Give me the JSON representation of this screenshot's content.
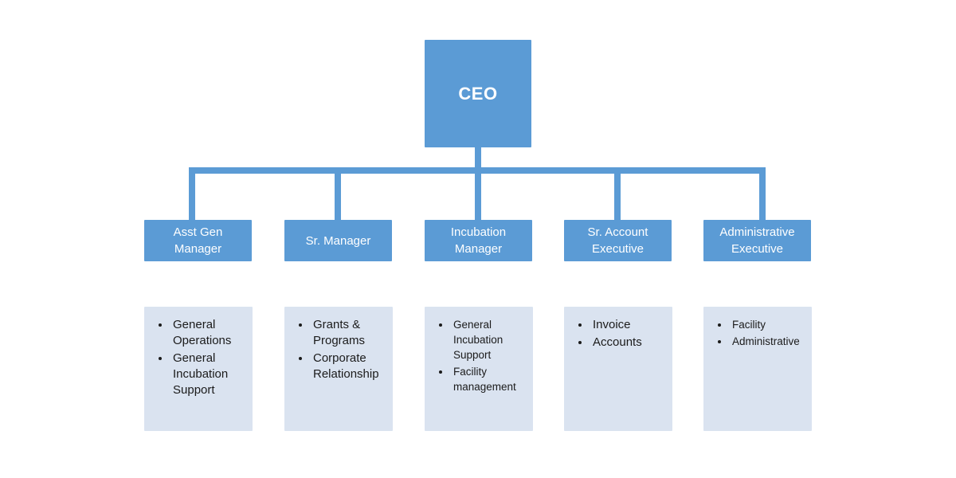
{
  "colors": {
    "node_fill": "#5b9bd5",
    "connector": "#5b9bd5",
    "card_fill": "#dae3f0",
    "node_text": "#ffffff",
    "card_text": "#1b1b1b",
    "background": "#ffffff"
  },
  "root": {
    "label": "CEO"
  },
  "branches": [
    {
      "title": "Asst Gen Manager",
      "items": [
        "General Operations",
        "General Incubation Support"
      ]
    },
    {
      "title": "Sr. Manager",
      "items": [
        "Grants & Programs",
        "Corporate Relationship"
      ]
    },
    {
      "title": "Incubation Manager",
      "items": [
        "General Incubation Support",
        "Facility management"
      ]
    },
    {
      "title": "Sr. Account Executive",
      "items": [
        "Invoice",
        "Accounts"
      ]
    },
    {
      "title": "Administrative Executive",
      "items": [
        "Facility",
        "Administrative"
      ]
    }
  ]
}
